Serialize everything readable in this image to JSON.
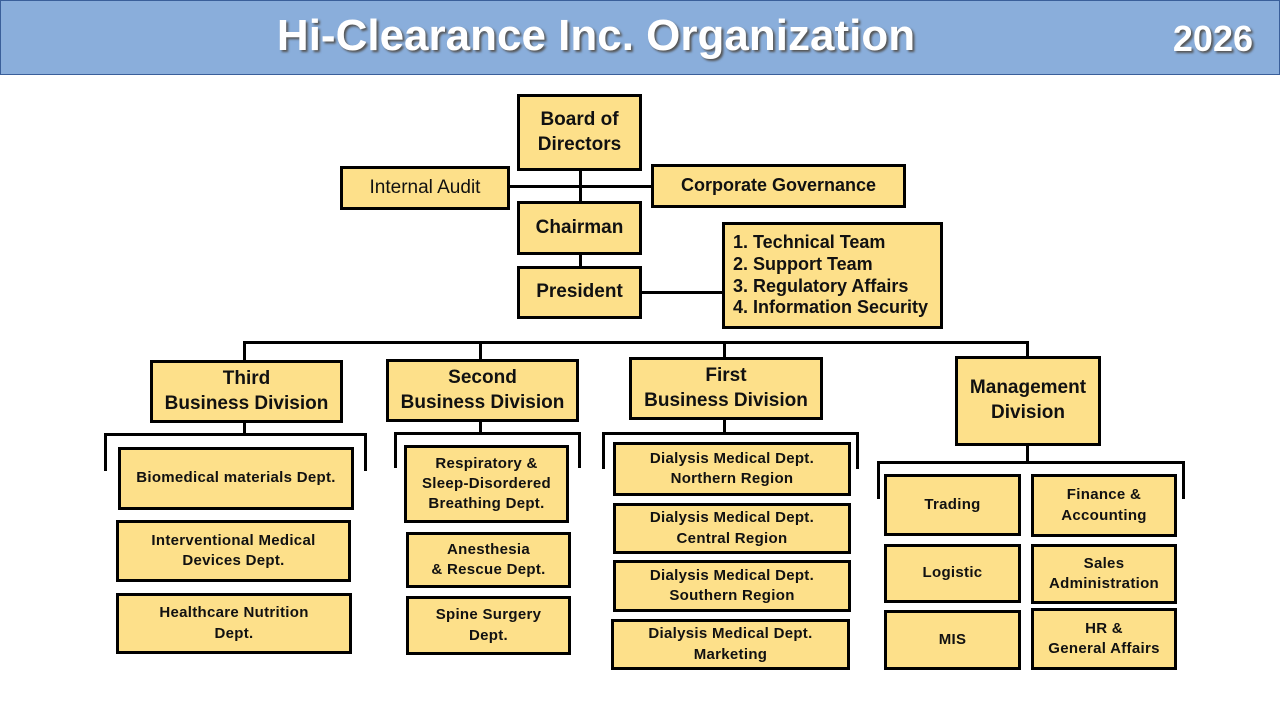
{
  "header": {
    "title": "Hi-Clearance Inc. Organization",
    "year": "2026",
    "background_color": "#8aaedb"
  },
  "box_color": "#fde08a",
  "top": {
    "board": "Board of\nDirectors",
    "internal_audit": "Internal Audit",
    "corporate_governance": "Corporate Governance",
    "chairman": "Chairman",
    "president": "President",
    "president_staff": [
      "1. Technical Team",
      "2. Support Team",
      "3. Regulatory Affairs",
      "4. Information Security"
    ]
  },
  "divisions": {
    "third": {
      "name": "Third\nBusiness Division",
      "depts": [
        "Biomedical materials Dept.",
        "Interventional  Medical\nDevices Dept.",
        "Healthcare Nutrition\nDept."
      ]
    },
    "second": {
      "name": "Second\nBusiness Division",
      "depts": [
        "Respiratory &\nSleep-Disordered\nBreathing Dept.",
        "Anesthesia\n& Rescue Dept.",
        "Spine Surgery\nDept."
      ]
    },
    "first": {
      "name": "First\nBusiness Division",
      "depts": [
        "Dialysis Medical Dept.\nNorthern Region",
        "Dialysis Medical Dept.\nCentral Region",
        "Dialysis Medical Dept.\nSouthern Region",
        "Dialysis Medical Dept.\nMarketing"
      ]
    },
    "management": {
      "name": "Management\nDivision",
      "depts": [
        "Trading",
        "Finance &\nAccounting",
        "Logistic",
        "Sales\nAdministration",
        "MIS",
        "HR &\nGeneral Affairs"
      ]
    }
  }
}
